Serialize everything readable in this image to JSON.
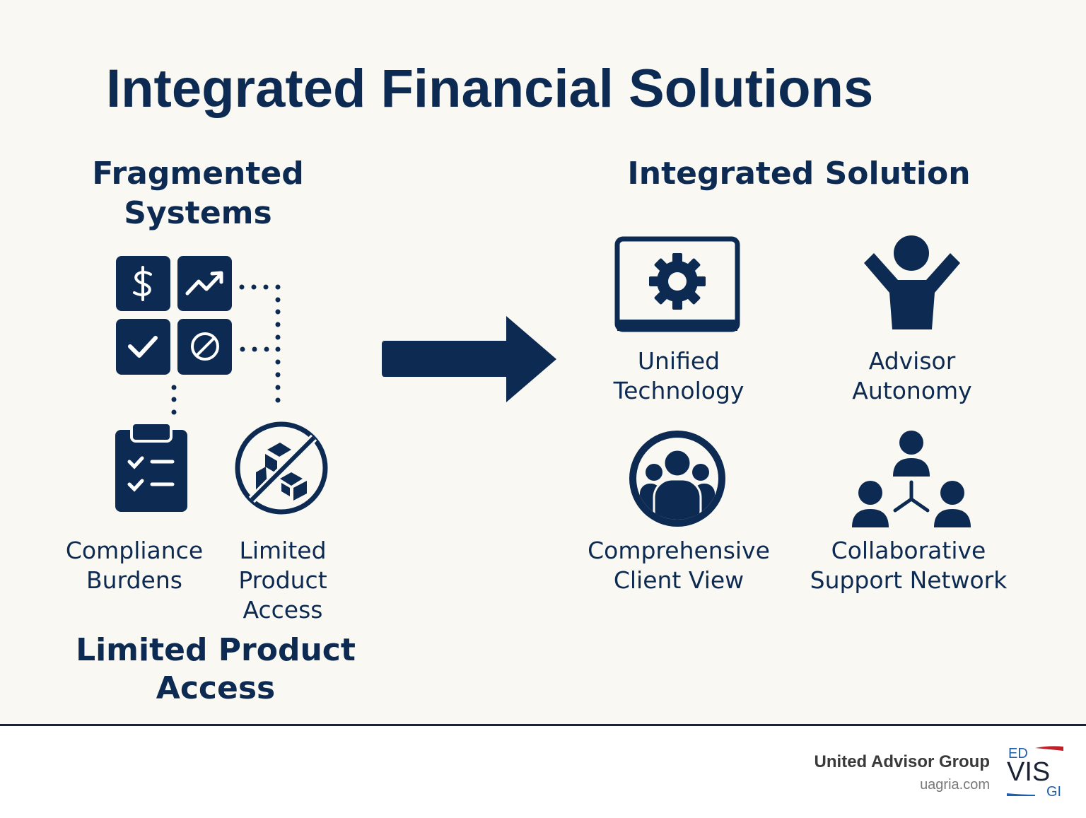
{
  "title": "Integrated Financial Solutions",
  "left": {
    "heading_line1": "Fragmented",
    "heading_line2": "Systems",
    "icons": [
      "dollar-icon",
      "trend-up-icon",
      "check-icon",
      "prohibited-icon"
    ],
    "items": [
      {
        "icon": "clipboard-checklist-icon",
        "line1": "Compliance",
        "line2": "Burdens"
      },
      {
        "icon": "no-products-icon",
        "line1": "Limited",
        "line2": "Product",
        "line3": "Access"
      }
    ],
    "footer_line1": "Limited Product",
    "footer_line2": "Access"
  },
  "arrow": "arrow-right-icon",
  "right": {
    "heading": "Integrated Solution",
    "items": [
      {
        "icon": "monitor-gear-icon",
        "line1": "Unified",
        "line2": "Technology"
      },
      {
        "icon": "person-raised-arms-icon",
        "line1": "Advisor",
        "line2": "Autonomy"
      },
      {
        "icon": "group-circle-icon",
        "line1": "Comprehensive",
        "line2": "Client View"
      },
      {
        "icon": "network-people-icon",
        "line1": "Collaborative",
        "line2": "Support Network"
      }
    ]
  },
  "footer": {
    "brand": "United Advisor Group",
    "url": "uagria.com",
    "logo_text": "UNITED ADVISORS GROUP"
  },
  "colors": {
    "primary": "#0d2b52",
    "background": "#faf8f3",
    "logo_red": "#c0202a",
    "logo_blue": "#1f5fb0"
  }
}
